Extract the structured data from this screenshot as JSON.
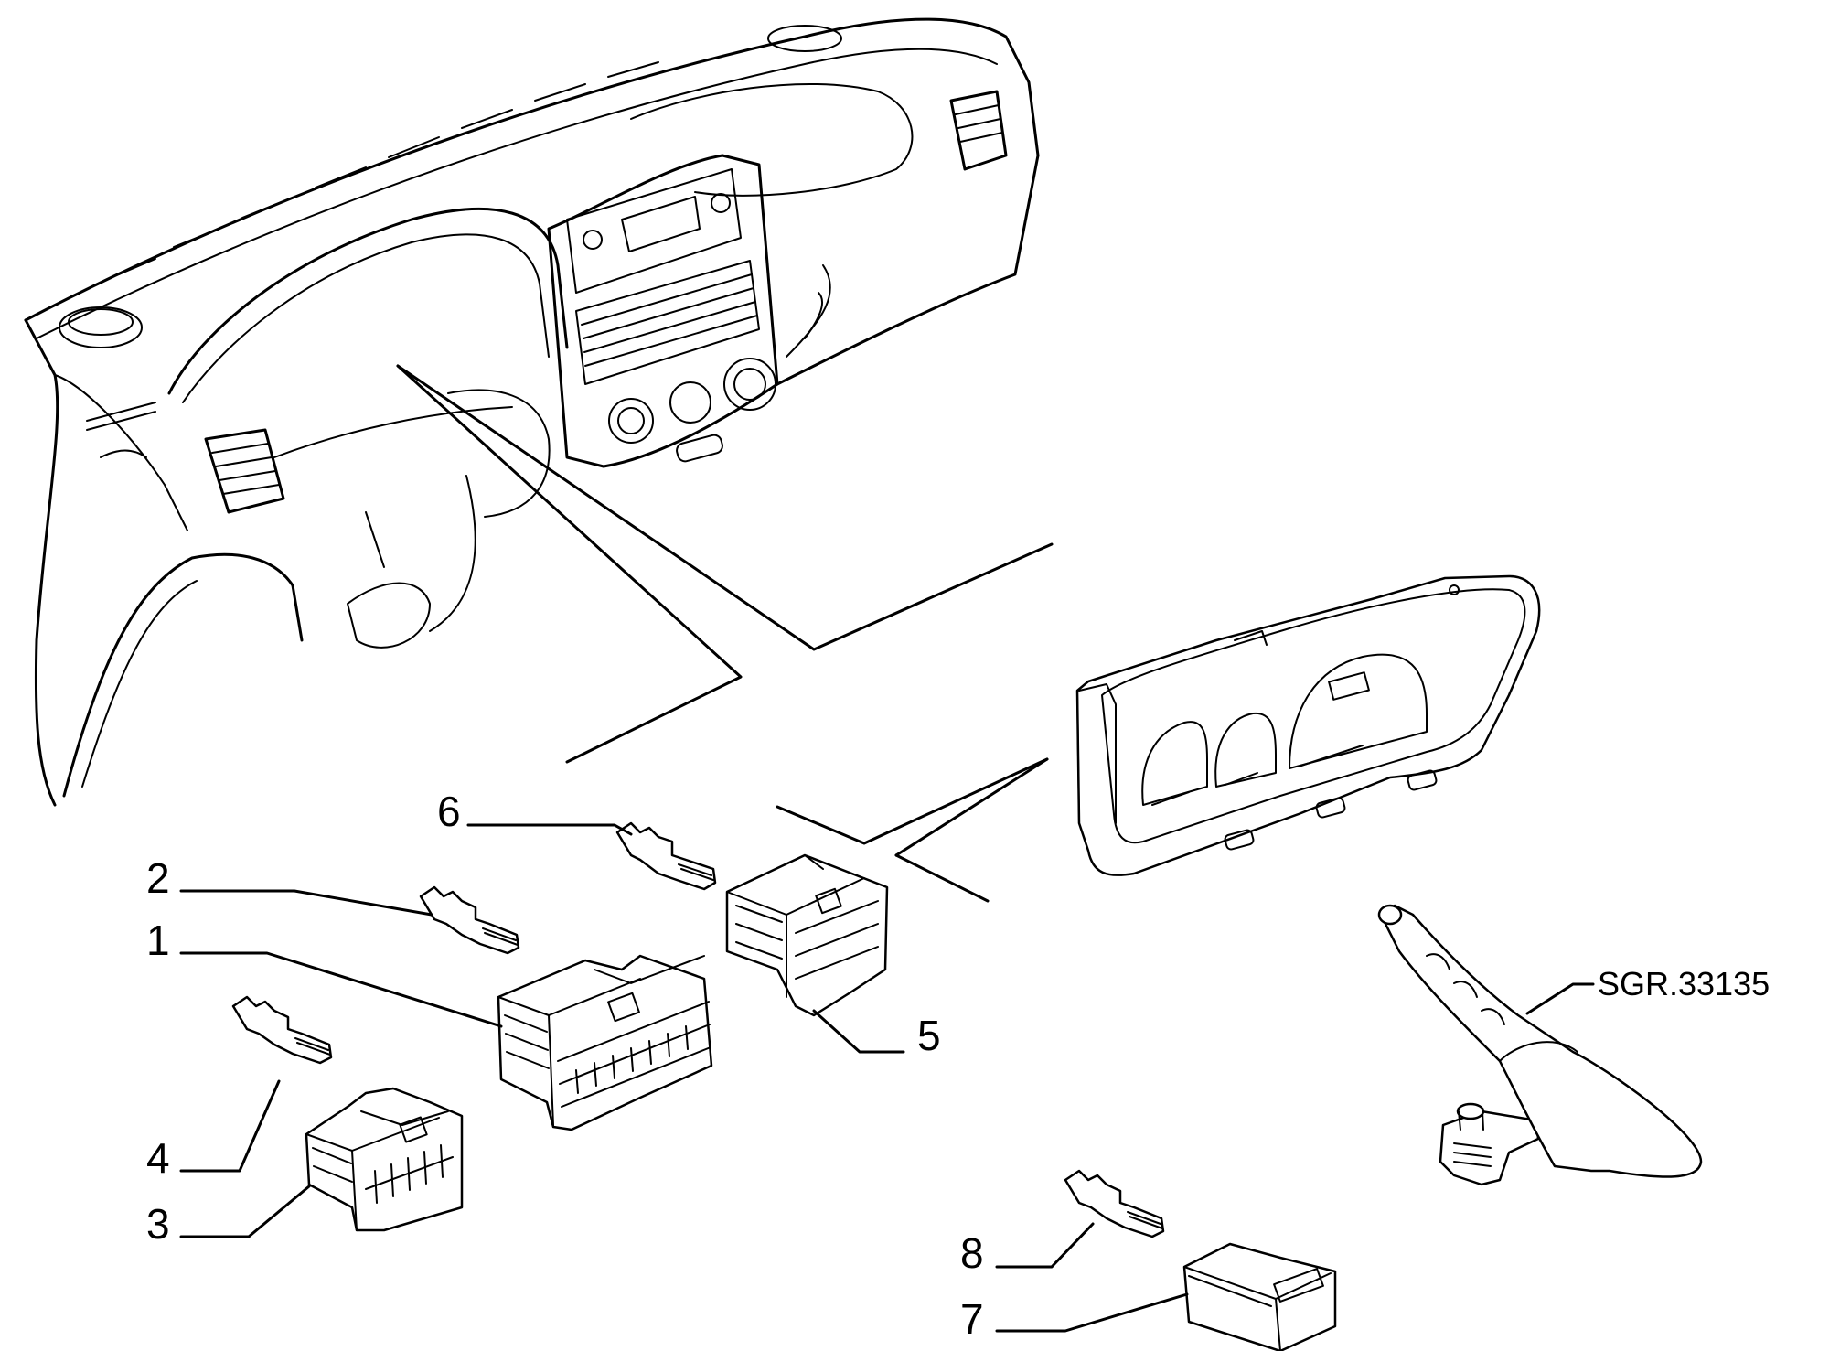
{
  "drawing_code": "SGR.33135",
  "callouts": [
    {
      "id": "1",
      "label": "1"
    },
    {
      "id": "2",
      "label": "2"
    },
    {
      "id": "3",
      "label": "3"
    },
    {
      "id": "4",
      "label": "4"
    },
    {
      "id": "5",
      "label": "5"
    },
    {
      "id": "6",
      "label": "6"
    },
    {
      "id": "7",
      "label": "7"
    },
    {
      "id": "8",
      "label": "8"
    }
  ]
}
